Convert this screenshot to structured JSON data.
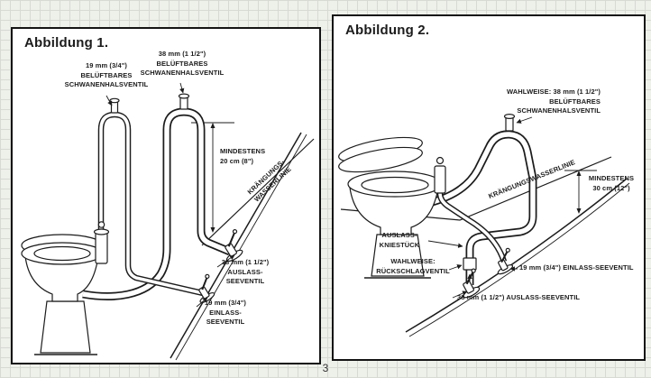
{
  "colors": {
    "ink": "#1c1c1c",
    "paper": "#ffffff",
    "grid_bg": "#eef0ea",
    "grid_line": "#d6dad3"
  },
  "page": {
    "number": "3"
  },
  "figure1": {
    "title": "Abbildung 1.",
    "labels": {
      "vent19": "19 mm (3/4\")\nBELÜFTBARES\nSCHWANENHALSVENTIL",
      "vent38": "38 mm (1 1/2\")\nBELÜFTBARES\nSCHWANENHALSVENTIL",
      "min_height": "MINDESTENS\n20 cm (8\")",
      "waterline": "KRÄNGUNGS-\nWASSERLINIE",
      "seacock_out": "38 mm (1 1/2\")\nAUSLASS-\nSEEVENTIL",
      "seacock_in": "19 mm (3/4\")\nEINLASS-\nSEEVENTIL"
    }
  },
  "figure2": {
    "title": "Abbildung 2.",
    "labels": {
      "vent": "WAHLWEISE: 38 mm (1 1/2\")\nBELÜFTBARES\nSCHWANENHALSVENTIL",
      "waterline": "KRÄNGUNGSWASSERLINIE",
      "min_height": "MINDESTENS\n30 cm (12\")",
      "elbow": "AUSLASS-\nKNIESTÜCK",
      "check_valve": "WAHLWEISE:\nRÜCKSCHLAGVENTIL",
      "seacock_in": "19 mm (3/4\") EINLASS-SEEVENTIL",
      "seacock_out": "38 mm (1 1/2\") AUSLASS-SEEVENTIL"
    }
  }
}
